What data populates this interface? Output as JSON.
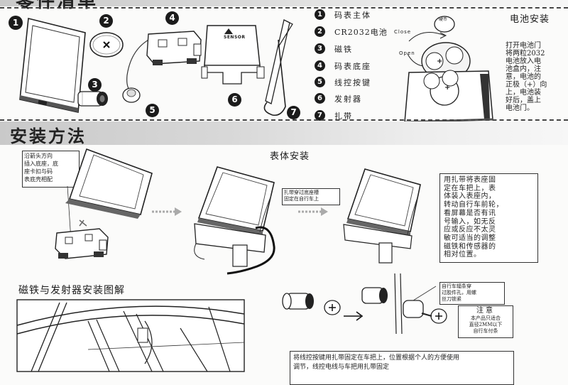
{
  "header": {
    "partial_title": "零件清单"
  },
  "parts": [
    {
      "num": "1",
      "label": "码表主体"
    },
    {
      "num": "2",
      "label": "CR2032电池"
    },
    {
      "num": "3",
      "label": "磁铁"
    },
    {
      "num": "4",
      "label": "码表底座"
    },
    {
      "num": "5",
      "label": "线控按键"
    },
    {
      "num": "6",
      "label": "发射器"
    },
    {
      "num": "7",
      "label": "扎带"
    }
  ],
  "image_numbers": [
    "1",
    "2",
    "3",
    "4",
    "5",
    "6",
    "7"
  ],
  "battery": {
    "title": "电池安装",
    "coin_label": "硬币",
    "close_label": "Close",
    "open_label": "Open",
    "lines": [
      "打开电池门",
      "将两粒2032",
      "电池放入电",
      "池盒内，注",
      "意，电池的",
      "正极（+）向",
      "上，电池装",
      "好后，盖上",
      "电池门。"
    ]
  },
  "sensor_logo": "SENSOR",
  "install": {
    "section_title": "安装方法",
    "meter_title": "表体安装",
    "note1_lines": [
      "沿箭头方向",
      "插入底座，底",
      "座卡扣与码",
      "表底壳相配"
    ],
    "note2_lines": [
      "扎带穿过底座槽",
      "固定在自行车上"
    ],
    "note3_lines": [
      "用扎带将表座固",
      "定在车把上，表",
      "体装入表座内，",
      "转动自行车前轮，",
      "看屏幕是否有讯",
      "号输入，如无反",
      "应或反应不太灵",
      "敏可适当的调整",
      "磁铁和传感器的",
      "相对位置。"
    ],
    "magnet_title": "磁铁与发射器安装图解",
    "spoke_note_lines": [
      "自行车辐条穿",
      "过胶件孔，用螺",
      "丝刀锁紧"
    ],
    "attention": {
      "title": "注意",
      "lines": [
        "本产品只适合",
        "直径2MM以下",
        "自行车付条"
      ]
    },
    "bottom_note_lines": [
      "将线控按键用扎带固定在车把上，位置根据个人的方便使用",
      "调节，线控电线与车把用扎带固定"
    ]
  }
}
